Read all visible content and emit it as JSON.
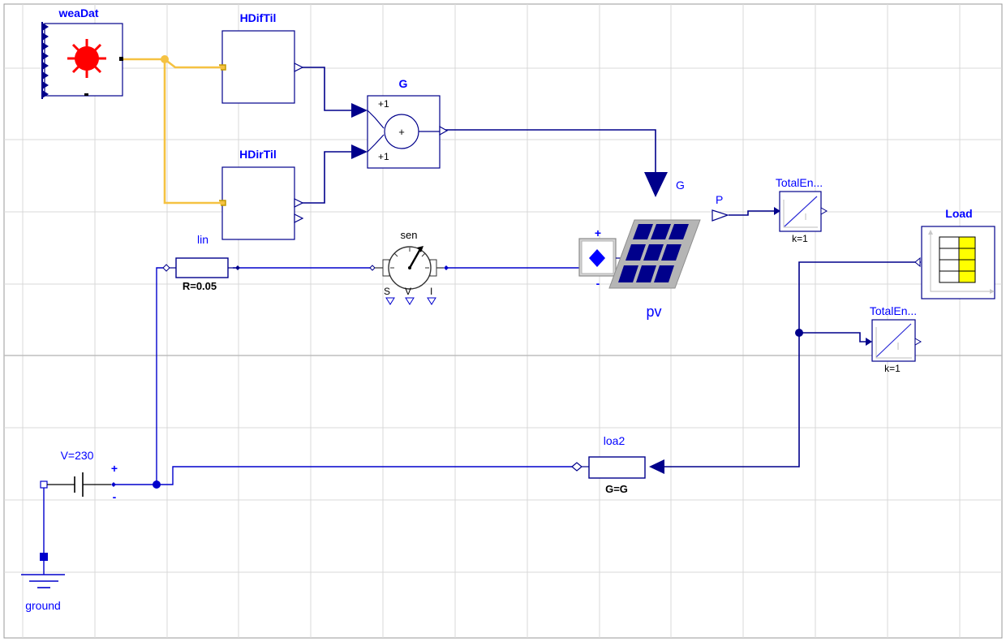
{
  "components": {
    "weaDat": {
      "name": "weaDat"
    },
    "HDifTil": {
      "name": "HDifTil"
    },
    "HDirTil": {
      "name": "HDirTil"
    },
    "G_add": {
      "name": "G",
      "in1": "+1",
      "in2": "+1",
      "op": "+"
    },
    "pv": {
      "name": "pv",
      "input_label": "G",
      "plus": "+",
      "minus": "-"
    },
    "P_port": {
      "name": "P"
    },
    "TotalEn_pv": {
      "name": "TotalEn...",
      "param": "k=1"
    },
    "Load": {
      "name": "Load"
    },
    "TotalEn_load": {
      "name": "TotalEn...",
      "param": "k=1"
    },
    "lin": {
      "name": "lin",
      "param": "R=0.05"
    },
    "sen": {
      "name": "sen",
      "ports": [
        "S",
        "V",
        "I"
      ]
    },
    "loa2": {
      "name": "loa2",
      "param": "G=G"
    },
    "source": {
      "name": "V=230",
      "plus": "+",
      "minus": "-"
    },
    "ground": {
      "name": "ground"
    }
  },
  "colors": {
    "wire": "#00008b",
    "electric_wire": "#0000cc",
    "weather_bus": "#f5c242",
    "label": "#0000ff",
    "grid": "#d9d9d9",
    "sun": "#ff0000",
    "pv_cell": "#00008b",
    "table_highlight": "#ffff00"
  }
}
